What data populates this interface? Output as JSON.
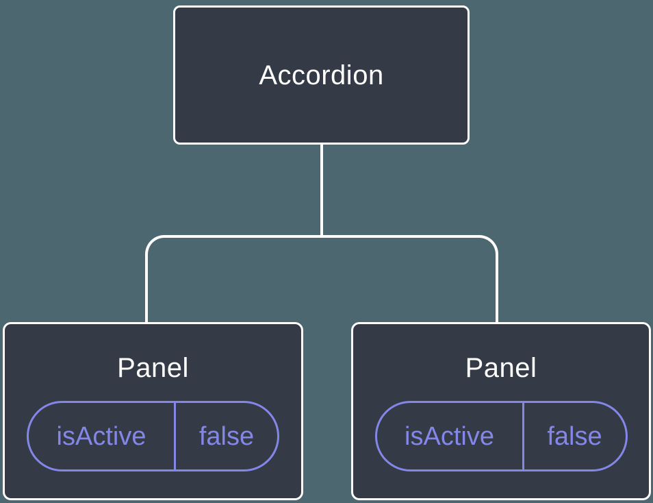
{
  "diagram": {
    "type": "component-tree",
    "root": {
      "label": "Accordion"
    },
    "children": [
      {
        "label": "Panel",
        "prop": {
          "name": "isActive",
          "value": "false"
        }
      },
      {
        "label": "Panel",
        "prop": {
          "name": "isActive",
          "value": "false"
        }
      }
    ]
  },
  "colors": {
    "background": "#4D6770",
    "node_fill": "#343A46",
    "node_border": "#FFFFFF",
    "connector": "#FFFFFF",
    "accent": "#8487E8",
    "text": "#FFFFFF"
  }
}
